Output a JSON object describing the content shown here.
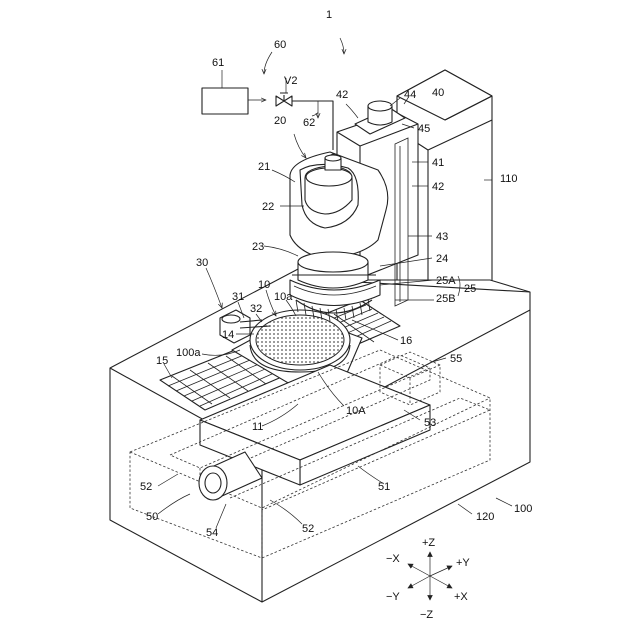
{
  "labels": {
    "l1": "1",
    "l60": "60",
    "l61": "61",
    "lV2": "V2",
    "l62": "62",
    "l42a": "42",
    "l44": "44",
    "l40": "40",
    "l45": "45",
    "l20": "20",
    "l21": "21",
    "l41": "41",
    "l42b": "42",
    "l110": "110",
    "l22": "22",
    "l43": "43",
    "l23": "23",
    "l24": "24",
    "l25A": "25A",
    "l25": "25",
    "l25B": "25B",
    "l30": "30",
    "l10": "10",
    "l10a": "10a",
    "l31": "31",
    "l32": "32",
    "l14": "14",
    "l16": "16",
    "l100a": "100a",
    "l55": "55",
    "l15": "15",
    "l10A": "10A",
    "l53": "53",
    "l11": "11",
    "l52a": "52",
    "l51": "51",
    "l100": "100",
    "l120": "120",
    "l50": "50",
    "l54": "54",
    "l52b": "52"
  },
  "axes": {
    "pz": "+Z",
    "mz": "−Z",
    "px": "+X",
    "mx": "−X",
    "py": "+Y",
    "my": "−Y"
  }
}
